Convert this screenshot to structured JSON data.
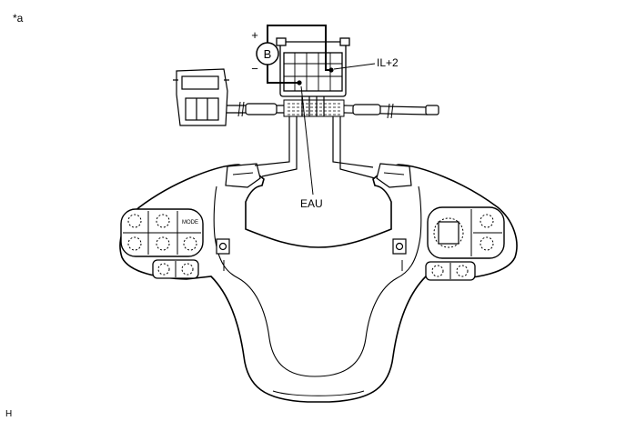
{
  "figure": {
    "corner_mark": "*a",
    "footer_code": "H"
  },
  "battery": {
    "letter": "B",
    "plus": "+",
    "minus": "−"
  },
  "labels": {
    "terminal": "IL+2",
    "ground_terminal": "EAU"
  }
}
